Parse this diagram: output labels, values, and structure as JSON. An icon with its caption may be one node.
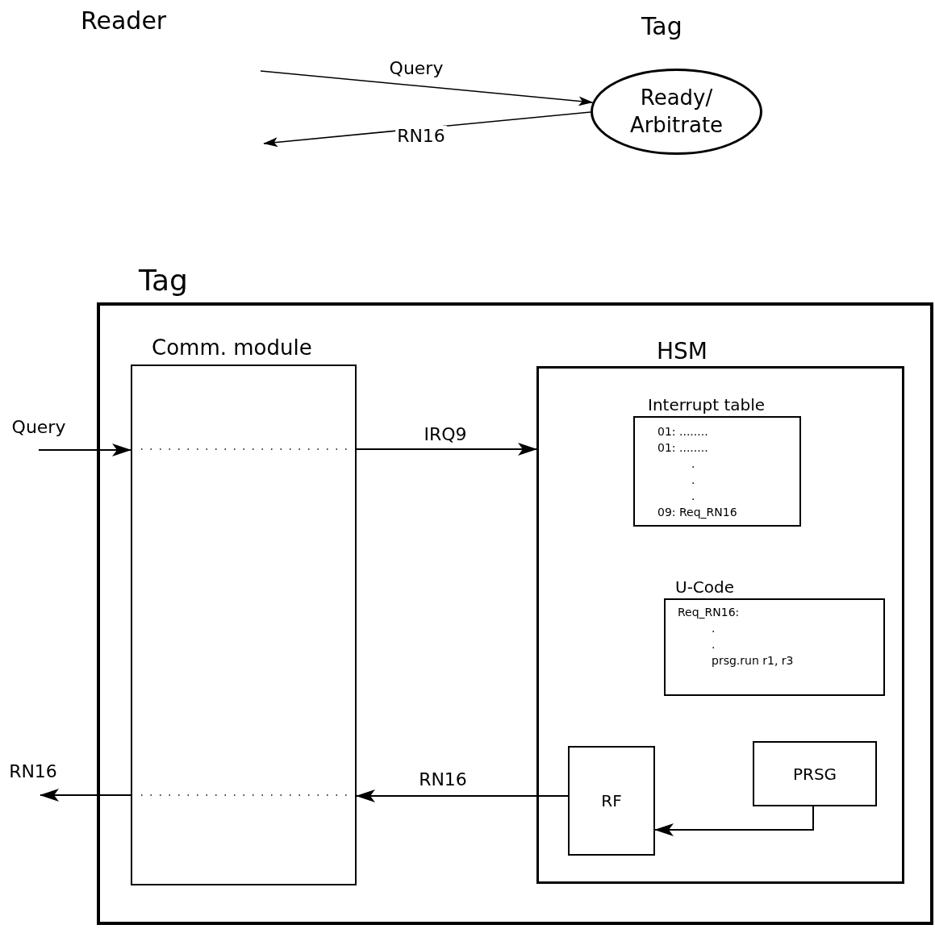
{
  "diagram": {
    "nodes": [
      {
        "text": [
          "Ready/ Arbitrate"
        ]
      },
      {
        "text": [
          "Tag"
        ]
      },
      {
        "text": [
          "Comm. module"
        ],
        "in": 1
      },
      {
        "text": [
          "HSM"
        ],
        "in": 1
      },
      {
        "text": [
          "Interrupt table",
          "01: ........",
          "01: ........",
          ".",
          ".",
          ".",
          "09: Req_RN16"
        ],
        "in": 3
      },
      {
        "text": [
          "U-Code",
          "Req_RN16:",
          ".",
          ".",
          "prsg.run r1, r3"
        ],
        "in": 3
      },
      {
        "text": [
          "RF"
        ],
        "in": 3
      },
      {
        "text": [
          "PRSG"
        ],
        "in": 3
      }
    ],
    "edges": [
      {
        "from": null,
        "to": 0,
        "arrow": "to",
        "label": "Query"
      },
      {
        "from": 0,
        "to": null,
        "arrow": "to",
        "label": "RN16"
      },
      {
        "from": null,
        "to": 2,
        "arrow": "to",
        "label": "Query"
      },
      {
        "from": 2,
        "to": 3,
        "arrow": "to",
        "label": "IRQ9"
      },
      {
        "from": 6,
        "to": 2,
        "arrow": "to",
        "label": "RN16"
      },
      {
        "from": 2,
        "to": null,
        "arrow": "to",
        "label": "RN16"
      },
      {
        "from": 7,
        "to": 6,
        "arrow": "to"
      }
    ],
    "labels": [
      "Reader",
      "Tag"
    ]
  }
}
